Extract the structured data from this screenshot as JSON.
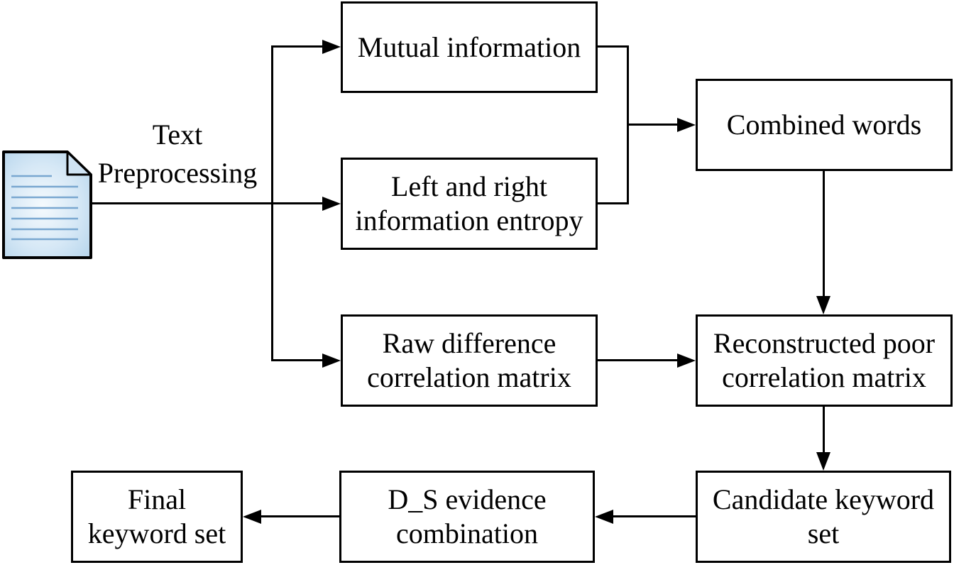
{
  "diagram": {
    "source": {
      "icon": "document-icon",
      "label": {
        "line1": "Text",
        "line2": "Preprocessing"
      }
    },
    "nodes": {
      "mutual": {
        "line1": "Mutual information"
      },
      "entropy": {
        "line1": "Left and right",
        "line2": "information entropy"
      },
      "combined": {
        "line1": "Combined words"
      },
      "raw": {
        "line1": "Raw difference",
        "line2": "correlation matrix"
      },
      "reconstructed": {
        "line1": "Reconstructed poor",
        "line2": "correlation matrix"
      },
      "candidate": {
        "line1": "Candidate keyword",
        "line2": "set"
      },
      "ds": {
        "line1": "D_S evidence",
        "line2": "combination"
      },
      "final": {
        "line1": "Final",
        "line2": "keyword set"
      }
    },
    "edges": [
      {
        "from": "document",
        "to": "mutual-information"
      },
      {
        "from": "document",
        "to": "left-right-information-entropy"
      },
      {
        "from": "document",
        "to": "raw-difference-correlation-matrix"
      },
      {
        "from": "mutual-information",
        "to": "combined-words"
      },
      {
        "from": "left-right-information-entropy",
        "to": "combined-words"
      },
      {
        "from": "combined-words",
        "to": "reconstructed-poor-correlation-matrix"
      },
      {
        "from": "raw-difference-correlation-matrix",
        "to": "reconstructed-poor-correlation-matrix"
      },
      {
        "from": "reconstructed-poor-correlation-matrix",
        "to": "candidate-keyword-set"
      },
      {
        "from": "candidate-keyword-set",
        "to": "ds-evidence-combination"
      },
      {
        "from": "ds-evidence-combination",
        "to": "final-keyword-set"
      }
    ],
    "colors": {
      "line": "#000000",
      "box_fill": "#ffffff",
      "box_border": "#000000",
      "document_fill": "#c9e0f2",
      "document_highlight": "#f5fafd",
      "document_text_lines": "#79a7d0"
    }
  }
}
